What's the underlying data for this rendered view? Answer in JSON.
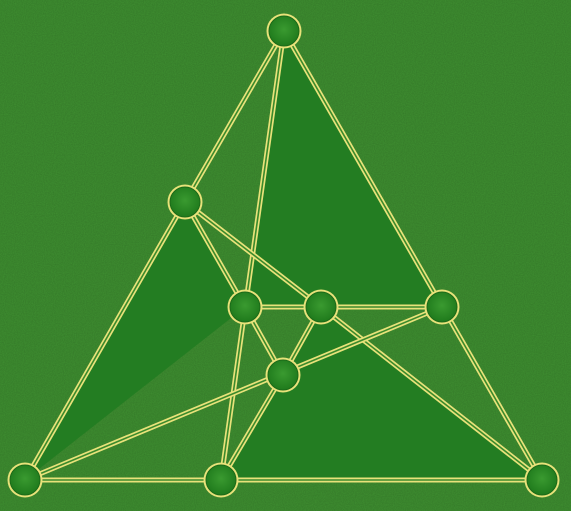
{
  "game": {
    "kind": "graph-puzzle",
    "colors": {
      "background": "#3f9131",
      "region_dark": "#237d22",
      "edge": "#e8e27a",
      "node_fill": "#2a8a24",
      "node_ring": "#e8e27a"
    },
    "nodes": [
      {
        "id": "n-top"
      },
      {
        "id": "n-left-upper"
      },
      {
        "id": "n-mid-left"
      },
      {
        "id": "n-mid-center"
      },
      {
        "id": "n-mid-right"
      },
      {
        "id": "n-center-low"
      },
      {
        "id": "n-bottom-left"
      },
      {
        "id": "n-bottom-middle"
      },
      {
        "id": "n-bottom-right"
      }
    ],
    "edges": [
      [
        "n-top",
        "n-left-upper"
      ],
      [
        "n-left-upper",
        "n-bottom-left"
      ],
      [
        "n-top",
        "n-bottom-right"
      ],
      [
        "n-bottom-left",
        "n-bottom-right"
      ],
      [
        "n-top",
        "n-bottom-middle"
      ],
      [
        "n-left-upper",
        "n-mid-center"
      ],
      [
        "n-left-upper",
        "n-mid-left"
      ],
      [
        "n-mid-left",
        "n-mid-right"
      ],
      [
        "n-mid-left",
        "n-center-low"
      ],
      [
        "n-mid-center",
        "n-center-low"
      ],
      [
        "n-mid-center",
        "n-bottom-right"
      ],
      [
        "n-bottom-left",
        "n-mid-right"
      ],
      [
        "n-center-low",
        "n-bottom-middle"
      ]
    ],
    "dark_regions": [
      [
        "n-top",
        "n-mid-right",
        "n-mid-center",
        "n-mid-left"
      ],
      [
        "n-left-upper",
        "n-bottom-left",
        "n-mid-left"
      ],
      [
        "n-bottom-middle",
        "n-center-low",
        "n-mid-center",
        "n-bottom-right"
      ]
    ]
  }
}
